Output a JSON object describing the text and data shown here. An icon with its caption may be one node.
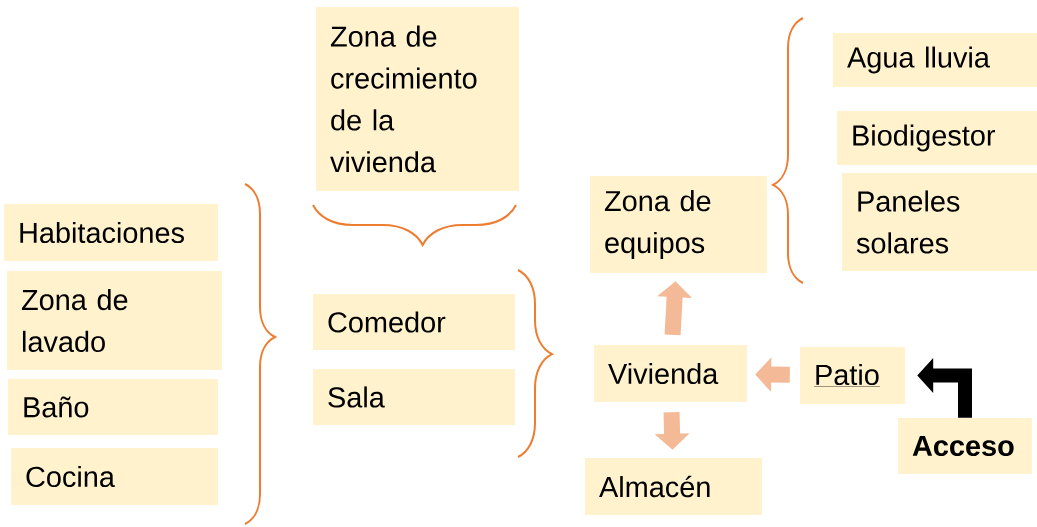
{
  "diagram": {
    "nodes": [
      {
        "text": [
          "Zona de crecimiento de la vivienda"
        ]
      },
      {
        "text": [
          "Habitaciones"
        ]
      },
      {
        "text": [
          "Zona de lavado"
        ]
      },
      {
        "text": [
          "Baño"
        ]
      },
      {
        "text": [
          "Cocina"
        ]
      },
      {
        "text": [
          "Comedor"
        ]
      },
      {
        "text": [
          "Sala"
        ]
      },
      {
        "text": [
          "Zona de equipos"
        ]
      },
      {
        "text": [
          "Agua lluvia"
        ]
      },
      {
        "text": [
          "Biodigestor"
        ]
      },
      {
        "text": [
          "Paneles solares"
        ]
      },
      {
        "text": [
          "Vivienda"
        ]
      },
      {
        "text": [
          "Patio"
        ]
      },
      {
        "text": [
          "Almacén"
        ]
      },
      {
        "text": [
          "Acceso"
        ]
      }
    ],
    "edges": [
      {
        "from": 11,
        "to": 7,
        "arrow": "to"
      },
      {
        "from": 12,
        "to": 11,
        "arrow": "to"
      },
      {
        "from": 11,
        "to": 13,
        "arrow": "to"
      },
      {
        "from": 14,
        "to": 12,
        "arrow": "to",
        "color": "#000000"
      }
    ]
  }
}
